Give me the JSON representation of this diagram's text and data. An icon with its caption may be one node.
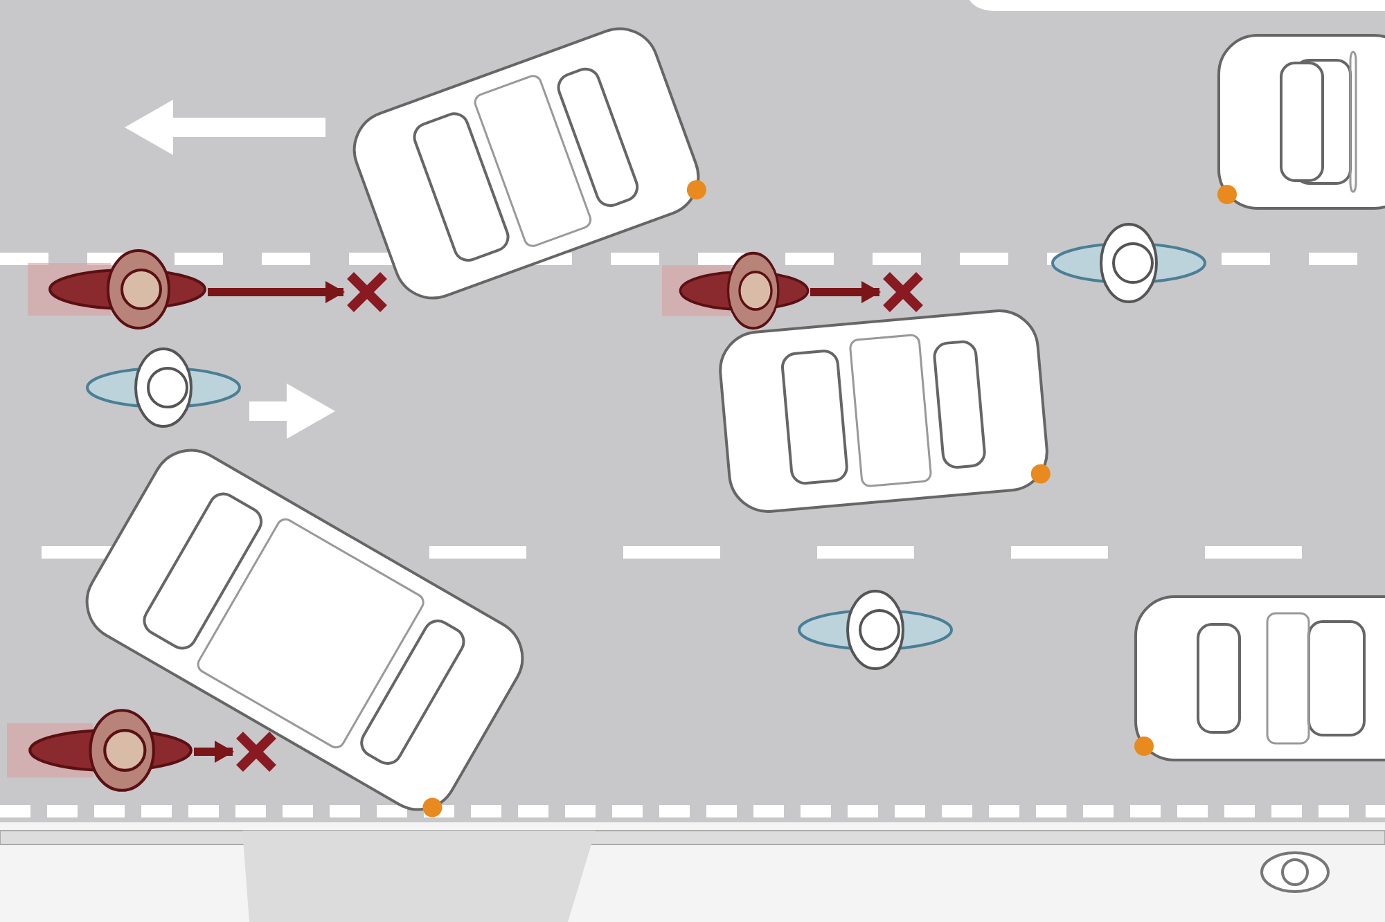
{
  "diagram": {
    "nodes": [
      {
        "text": [],
        "shape": "picture"
      },
      {
        "text": [],
        "shape": "cross"
      },
      {
        "text": [],
        "shape": "picture"
      },
      {
        "text": [],
        "shape": "cross"
      },
      {
        "text": [],
        "shape": "picture"
      },
      {
        "text": [],
        "shape": "cross"
      }
    ],
    "edges": [
      {
        "from": 0,
        "to": 1,
        "arrow": "to",
        "color": "#7a1518"
      },
      {
        "from": 2,
        "to": 3,
        "arrow": "to",
        "color": "#7a1518"
      },
      {
        "from": 4,
        "to": 5,
        "arrow": "to",
        "color": "#7a1518"
      }
    ]
  }
}
